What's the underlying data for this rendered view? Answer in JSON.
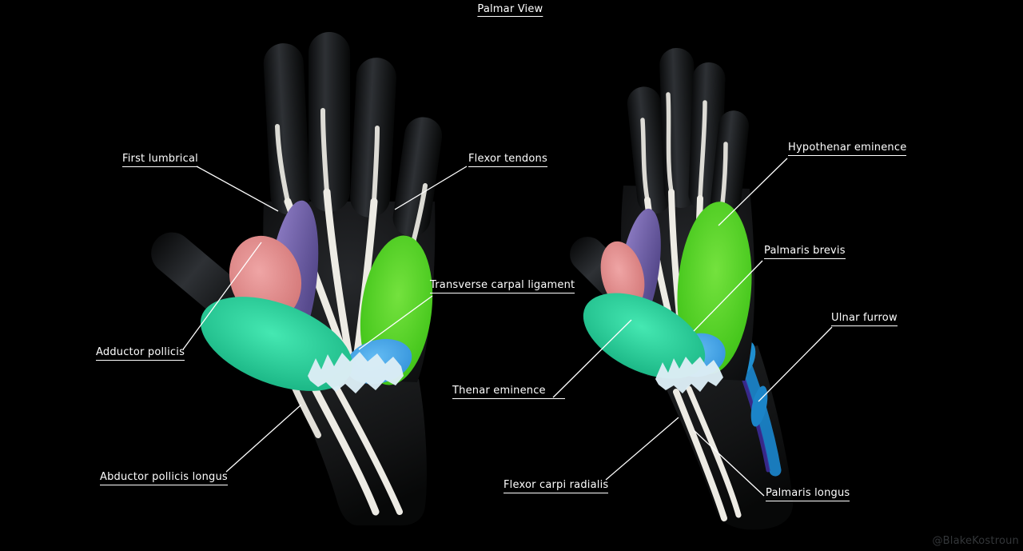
{
  "title": "Palmar View",
  "watermark": "@BlakeKostroun",
  "labels": {
    "first_lumbrical": "First lumbrical",
    "flexor_tendons": "Flexor tendons",
    "adductor_pollicis": "Adductor pollicis",
    "transverse_carpal_ligament": "Transverse carpal ligament",
    "abductor_pollicis_longus": "Abductor pollicis longus",
    "thenar_eminence": "Thenar eminence",
    "hypothenar_eminence": "Hypothenar eminence",
    "palmaris_brevis": "Palmaris brevis",
    "ulnar_furrow": "Ulnar furrow",
    "flexor_carpi_radialis": "Flexor carpi radialis",
    "palmaris_longus": "Palmaris longus"
  },
  "colors": {
    "background": "#000000",
    "label_text": "#ffffff",
    "leader_line": "#ffffff",
    "watermark_text": "#333639",
    "hand_base": "#1b1d1f",
    "tendon": "#edebe4",
    "first_lumbrical_purple": "#7b68ae",
    "adductor_pollicis_salmon": "#e08484",
    "thenar_teal": "#2ed9a2",
    "hypothenar_green": "#52d630",
    "palmaris_brevis_blue": "#47a9ea",
    "carpal_fan_ice": "#dcedf5",
    "ulnar_furrow_blue": "#1a82c6",
    "ulnar_furrow_violet": "#3c2b96"
  }
}
